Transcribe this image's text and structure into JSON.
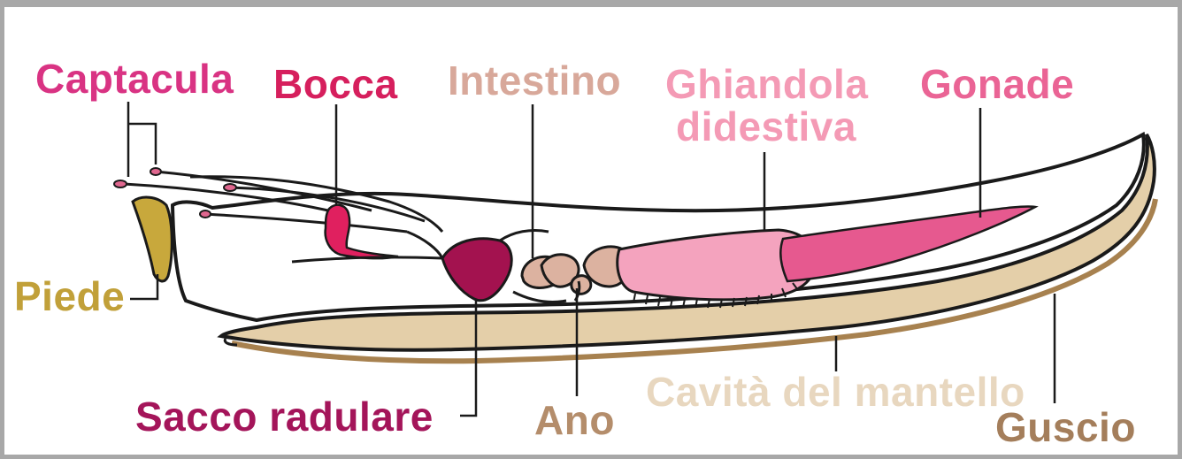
{
  "labels": {
    "captacula": {
      "text": "Captacula",
      "color": "#d93383"
    },
    "bocca": {
      "text": "Bocca",
      "color": "#d61f5d"
    },
    "intestino": {
      "text": "Intestino",
      "color": "#d8a89a"
    },
    "ghiandola_line1": {
      "text": "Ghiandola",
      "color": "#f49ab5"
    },
    "ghiandola_line2": {
      "text": "didestiva",
      "color": "#f49ab5"
    },
    "gonade": {
      "text": "Gonade",
      "color": "#ea6495"
    },
    "piede": {
      "text": "Piede",
      "color": "#c1a039"
    },
    "sacco_radulare": {
      "text": "Sacco radulare",
      "color": "#a4155a"
    },
    "ano": {
      "text": "Ano",
      "color": "#b48d6b"
    },
    "cavita": {
      "text": "Cavità del mantello",
      "color": "#e8d7bf"
    },
    "guscio": {
      "text": "Guscio",
      "color": "#a47e5b"
    }
  },
  "colors": {
    "shell": "#e4cfa9",
    "shell_edge": "#a7814f",
    "foot": "#c8a83c",
    "radular_sac": "#a3124f",
    "mouth": "#e0205f",
    "digestive_gland": "#f4a3be",
    "gonad": "#e6598f",
    "intestine": "#dcb2a0",
    "frame": "#a8a8a8"
  }
}
